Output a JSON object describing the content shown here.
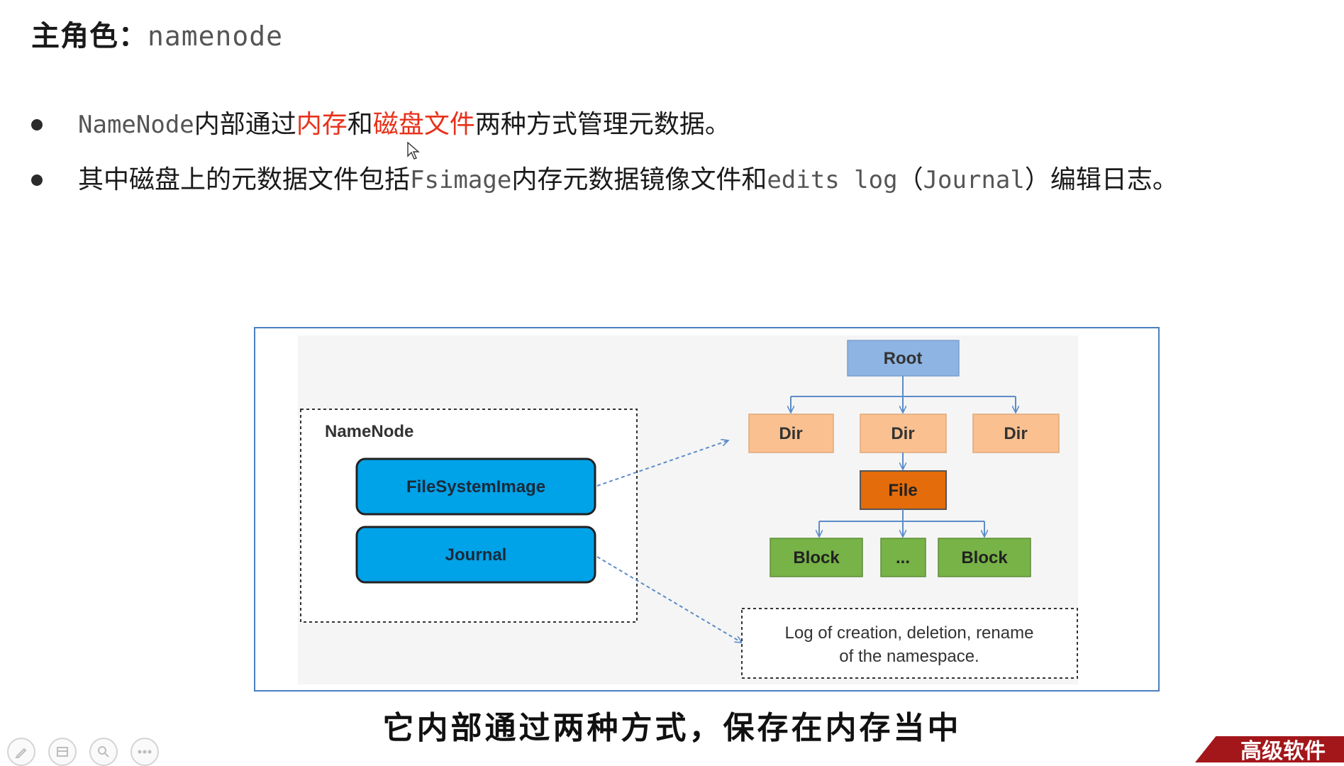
{
  "heading": {
    "label": "主角色：",
    "value": "namenode"
  },
  "bullets": [
    {
      "prefix_mono": "NameNode",
      "part1": "内部通过",
      "red1": "内存",
      "part2": "和",
      "red2": "磁盘文件",
      "part3": "两种方式管理元数据。"
    },
    {
      "part1": "其中磁盘上的元数据文件包括",
      "mono1": "Fsimage",
      "part2": "内存元数据镜像文件和",
      "mono2": "edits log",
      "part3": "（",
      "mono3": "Journal",
      "part4": "）编辑日志。"
    }
  ],
  "diagram": {
    "namenode_label": "NameNode",
    "fsimage_label": "FileSystemImage",
    "journal_label": "Journal",
    "root_label": "Root",
    "dir_labels": [
      "Dir",
      "Dir",
      "Dir"
    ],
    "file_label": "File",
    "block_labels": [
      "Block",
      "...",
      "Block"
    ],
    "log_line1": "Log of creation, deletion, rename",
    "log_line2": "of the namespace.",
    "colors": {
      "blue_box": "#00a2e8",
      "root": "#8db4e2",
      "dir": "#fac090",
      "file": "#e46c0a",
      "block": "#77b347",
      "arrow": "#5b8cc8"
    }
  },
  "subtitle": "它内部通过两种方式，保存在内存当中",
  "toolbar": [
    "pen-icon",
    "slides-icon",
    "zoom-icon",
    "more-icon"
  ],
  "brand": "高级软件"
}
